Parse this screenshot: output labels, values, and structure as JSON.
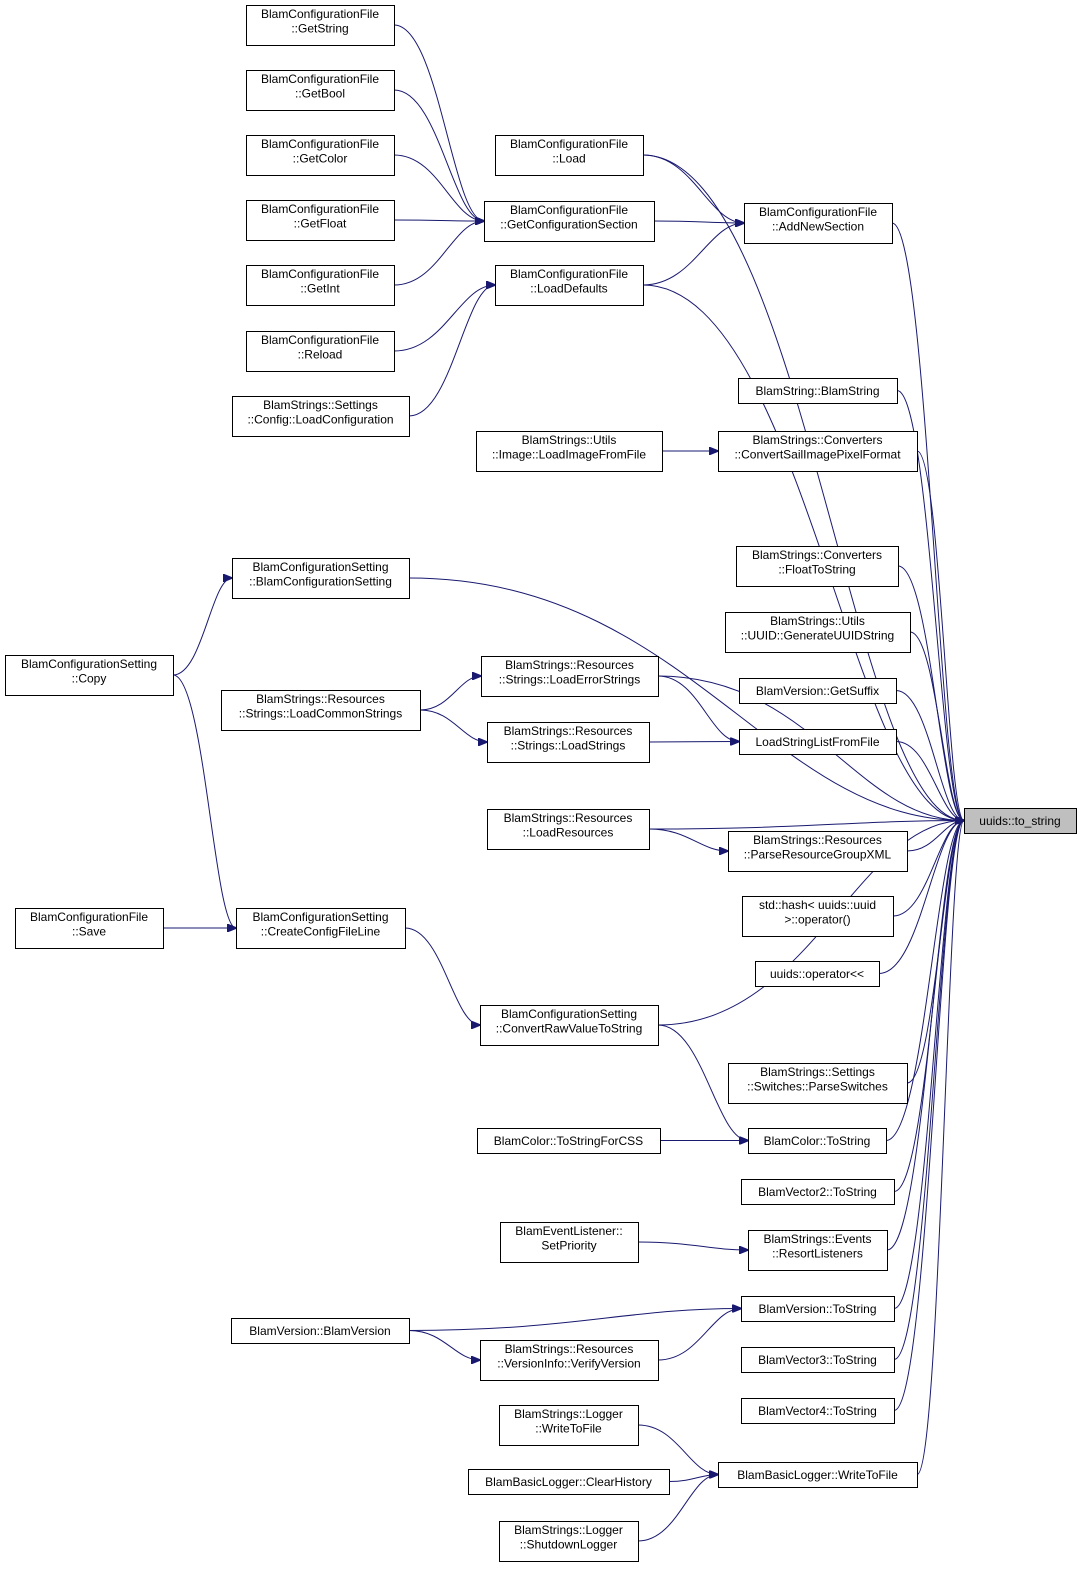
{
  "graph": {
    "root": "n_to_string",
    "colors": {
      "edge": "#191970",
      "node_border": "#000000",
      "root_fill": "#bfbfbf",
      "node_fill": "#ffffff"
    },
    "nodes": [
      {
        "id": "n_to_string",
        "lines": [
          "uuids::to_string"
        ]
      },
      {
        "id": "n_getstring",
        "lines": [
          "BlamConfigurationFile",
          "::GetString"
        ]
      },
      {
        "id": "n_getbool",
        "lines": [
          "BlamConfigurationFile",
          "::GetBool"
        ]
      },
      {
        "id": "n_getcolor",
        "lines": [
          "BlamConfigurationFile",
          "::GetColor"
        ]
      },
      {
        "id": "n_getfloat",
        "lines": [
          "BlamConfigurationFile",
          "::GetFloat"
        ]
      },
      {
        "id": "n_getint",
        "lines": [
          "BlamConfigurationFile",
          "::GetInt"
        ]
      },
      {
        "id": "n_reload",
        "lines": [
          "BlamConfigurationFile",
          "::Reload"
        ]
      },
      {
        "id": "n_loadconfiguration",
        "lines": [
          "BlamStrings::Settings",
          "::Config::LoadConfiguration"
        ]
      },
      {
        "id": "n_load",
        "lines": [
          "BlamConfigurationFile",
          "::Load"
        ]
      },
      {
        "id": "n_getconfigsection",
        "lines": [
          "BlamConfigurationFile",
          "::GetConfigurationSection"
        ]
      },
      {
        "id": "n_loaddefaults",
        "lines": [
          "BlamConfigurationFile",
          "::LoadDefaults"
        ]
      },
      {
        "id": "n_addnewsection",
        "lines": [
          "BlamConfigurationFile",
          "::AddNewSection"
        ]
      },
      {
        "id": "n_blamstring",
        "lines": [
          "BlamString::BlamString"
        ]
      },
      {
        "id": "n_loadimagefromfile",
        "lines": [
          "BlamStrings::Utils",
          "::Image::LoadImageFromFile"
        ]
      },
      {
        "id": "n_convertsail",
        "lines": [
          "BlamStrings::Converters",
          "::ConvertSailImagePixelFormat"
        ]
      },
      {
        "id": "n_blamconfigsetting",
        "lines": [
          "BlamConfigurationSetting",
          "::BlamConfigurationSetting"
        ]
      },
      {
        "id": "n_floattostring",
        "lines": [
          "BlamStrings::Converters",
          "::FloatToString"
        ]
      },
      {
        "id": "n_generateuuid",
        "lines": [
          "BlamStrings::Utils",
          "::UUID::GenerateUUIDString"
        ]
      },
      {
        "id": "n_copy",
        "lines": [
          "BlamConfigurationSetting",
          "::Copy"
        ]
      },
      {
        "id": "n_loaderrorstrings",
        "lines": [
          "BlamStrings::Resources",
          "::Strings::LoadErrorStrings"
        ]
      },
      {
        "id": "n_getsuffix",
        "lines": [
          "BlamVersion::GetSuffix"
        ]
      },
      {
        "id": "n_loadcommonstrings",
        "lines": [
          "BlamStrings::Resources",
          "::Strings::LoadCommonStrings"
        ]
      },
      {
        "id": "n_loadstrings",
        "lines": [
          "BlamStrings::Resources",
          "::Strings::LoadStrings"
        ]
      },
      {
        "id": "n_loadstringlist",
        "lines": [
          "LoadStringListFromFile"
        ]
      },
      {
        "id": "n_loadresources",
        "lines": [
          "BlamStrings::Resources",
          "::LoadResources"
        ]
      },
      {
        "id": "n_parseresourcegroup",
        "lines": [
          "BlamStrings::Resources",
          "::ParseResourceGroupXML"
        ]
      },
      {
        "id": "n_stdhash",
        "lines": [
          "std::hash< uuids::uuid",
          ">::operator()"
        ]
      },
      {
        "id": "n_save",
        "lines": [
          "BlamConfigurationFile",
          "::Save"
        ]
      },
      {
        "id": "n_createconfigfileline",
        "lines": [
          "BlamConfigurationSetting",
          "::CreateConfigFileLine"
        ]
      },
      {
        "id": "n_operatorshift",
        "lines": [
          "uuids::operator<<"
        ]
      },
      {
        "id": "n_convertrawvalue",
        "lines": [
          "BlamConfigurationSetting",
          "::ConvertRawValueToString"
        ]
      },
      {
        "id": "n_parseswitches",
        "lines": [
          "BlamStrings::Settings",
          "::Switches::ParseSwitches"
        ]
      },
      {
        "id": "n_tostringforcss",
        "lines": [
          "BlamColor::ToStringForCSS"
        ]
      },
      {
        "id": "n_colortostring",
        "lines": [
          "BlamColor::ToString"
        ]
      },
      {
        "id": "n_vector2tostring",
        "lines": [
          "BlamVector2::ToString"
        ]
      },
      {
        "id": "n_setpriority",
        "lines": [
          "BlamEventListener::",
          "SetPriority"
        ]
      },
      {
        "id": "n_resortlisteners",
        "lines": [
          "BlamStrings::Events",
          "::ResortListeners"
        ]
      },
      {
        "id": "n_versiontostring",
        "lines": [
          "BlamVersion::ToString"
        ]
      },
      {
        "id": "n_blamversion",
        "lines": [
          "BlamVersion::BlamVersion"
        ]
      },
      {
        "id": "n_verifyversion",
        "lines": [
          "BlamStrings::Resources",
          "::VersionInfo::VerifyVersion"
        ]
      },
      {
        "id": "n_vector3tostring",
        "lines": [
          "BlamVector3::ToString"
        ]
      },
      {
        "id": "n_vector4tostring",
        "lines": [
          "BlamVector4::ToString"
        ]
      },
      {
        "id": "n_writetofile",
        "lines": [
          "BlamStrings::Logger",
          "::WriteToFile"
        ]
      },
      {
        "id": "n_clearhistory",
        "lines": [
          "BlamBasicLogger::ClearHistory"
        ]
      },
      {
        "id": "n_basicwritetofile",
        "lines": [
          "BlamBasicLogger::WriteToFile"
        ]
      },
      {
        "id": "n_shutdownlogger",
        "lines": [
          "BlamStrings::Logger",
          "::ShutdownLogger"
        ]
      }
    ],
    "edges": [
      {
        "from": "n_getstring",
        "to": "n_getconfigsection"
      },
      {
        "from": "n_getbool",
        "to": "n_getconfigsection"
      },
      {
        "from": "n_getcolor",
        "to": "n_getconfigsection"
      },
      {
        "from": "n_getfloat",
        "to": "n_getconfigsection"
      },
      {
        "from": "n_getint",
        "to": "n_getconfigsection"
      },
      {
        "from": "n_reload",
        "to": "n_loaddefaults"
      },
      {
        "from": "n_loadconfiguration",
        "to": "n_loaddefaults"
      },
      {
        "from": "n_load",
        "to": "n_addnewsection"
      },
      {
        "from": "n_load",
        "to": "n_to_string"
      },
      {
        "from": "n_getconfigsection",
        "to": "n_addnewsection"
      },
      {
        "from": "n_loaddefaults",
        "to": "n_addnewsection"
      },
      {
        "from": "n_loaddefaults",
        "to": "n_to_string"
      },
      {
        "from": "n_addnewsection",
        "to": "n_to_string"
      },
      {
        "from": "n_blamconfigsetting",
        "to": "n_to_string"
      },
      {
        "from": "n_blamstring",
        "to": "n_to_string"
      },
      {
        "from": "n_loadimagefromfile",
        "to": "n_convertsail"
      },
      {
        "from": "n_convertsail",
        "to": "n_to_string"
      },
      {
        "from": "n_copy",
        "to": "n_blamconfigsetting"
      },
      {
        "from": "n_copy",
        "to": "n_createconfigfileline"
      },
      {
        "from": "n_loaderrorstrings",
        "to": "n_to_string"
      },
      {
        "from": "n_floattostring",
        "to": "n_to_string"
      },
      {
        "from": "n_generateuuid",
        "to": "n_to_string"
      },
      {
        "from": "n_getsuffix",
        "to": "n_to_string"
      },
      {
        "from": "n_loadcommonstrings",
        "to": "n_loaderrorstrings"
      },
      {
        "from": "n_loadcommonstrings",
        "to": "n_loadstrings"
      },
      {
        "from": "n_loaderrorstrings",
        "to": "n_loadstringlist"
      },
      {
        "from": "n_loadstrings",
        "to": "n_loadstringlist"
      },
      {
        "from": "n_loadstringlist",
        "to": "n_to_string"
      },
      {
        "from": "n_loadresources",
        "to": "n_to_string"
      },
      {
        "from": "n_loadresources",
        "to": "n_parseresourcegroup"
      },
      {
        "from": "n_parseresourcegroup",
        "to": "n_to_string"
      },
      {
        "from": "n_stdhash",
        "to": "n_to_string"
      },
      {
        "from": "n_operatorshift",
        "to": "n_to_string"
      },
      {
        "from": "n_save",
        "to": "n_createconfigfileline"
      },
      {
        "from": "n_createconfigfileline",
        "to": "n_convertrawvalue"
      },
      {
        "from": "n_convertrawvalue",
        "to": "n_to_string"
      },
      {
        "from": "n_convertrawvalue",
        "to": "n_colortostring"
      },
      {
        "from": "n_parseswitches",
        "to": "n_to_string"
      },
      {
        "from": "n_tostringforcss",
        "to": "n_colortostring"
      },
      {
        "from": "n_colortostring",
        "to": "n_to_string"
      },
      {
        "from": "n_vector2tostring",
        "to": "n_to_string"
      },
      {
        "from": "n_setpriority",
        "to": "n_resortlisteners"
      },
      {
        "from": "n_resortlisteners",
        "to": "n_to_string"
      },
      {
        "from": "n_blamversion",
        "to": "n_versiontostring"
      },
      {
        "from": "n_blamversion",
        "to": "n_verifyversion"
      },
      {
        "from": "n_verifyversion",
        "to": "n_versiontostring"
      },
      {
        "from": "n_versiontostring",
        "to": "n_to_string"
      },
      {
        "from": "n_vector3tostring",
        "to": "n_to_string"
      },
      {
        "from": "n_vector4tostring",
        "to": "n_to_string"
      },
      {
        "from": "n_writetofile",
        "to": "n_basicwritetofile"
      },
      {
        "from": "n_clearhistory",
        "to": "n_basicwritetofile"
      },
      {
        "from": "n_shutdownlogger",
        "to": "n_basicwritetofile"
      },
      {
        "from": "n_basicwritetofile",
        "to": "n_to_string"
      }
    ]
  }
}
